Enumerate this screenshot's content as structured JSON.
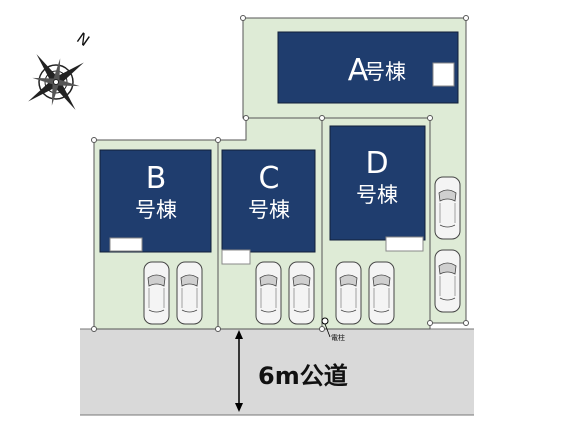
{
  "compass": {
    "north_label": "N",
    "icon": "compass-rose-icon"
  },
  "buildings": {
    "a": {
      "letter": "A",
      "kanji": "号棟"
    },
    "b": {
      "letter": "B",
      "kanji": "号棟"
    },
    "c": {
      "letter": "C",
      "kanji": "号棟"
    },
    "d": {
      "letter": "D",
      "kanji": "号棟"
    }
  },
  "road": {
    "label": "6m公道"
  },
  "utility_pole": {
    "label": "電柱"
  },
  "colors": {
    "lot_fill": "#deebd6",
    "building_fill": "#1f3d6e",
    "road_fill": "#d9d9d9",
    "car_fill": "#f4f4f4"
  }
}
